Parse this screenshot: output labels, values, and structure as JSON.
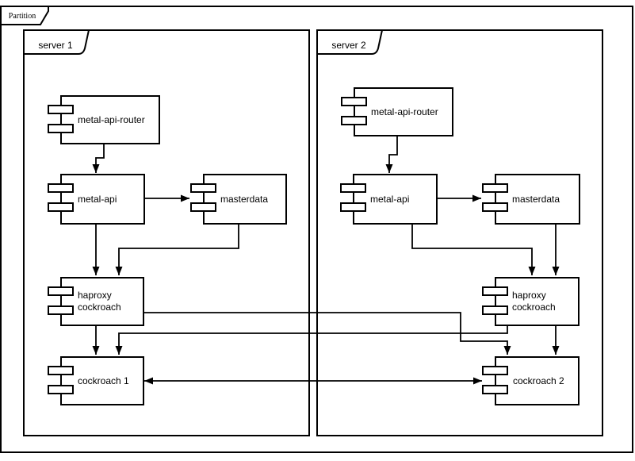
{
  "frame": {
    "label": "Partition"
  },
  "servers": [
    {
      "label": "server 1",
      "components": [
        {
          "label": "metal-api-router"
        },
        {
          "label": "metal-api"
        },
        {
          "label": "masterdata"
        },
        {
          "label_lines": [
            "haproxy",
            "cockroach"
          ]
        },
        {
          "label": "cockroach 1"
        }
      ]
    },
    {
      "label": "server 2",
      "components": [
        {
          "label": "metal-api-router"
        },
        {
          "label": "metal-api"
        },
        {
          "label": "masterdata"
        },
        {
          "label_lines": [
            "haproxy",
            "cockroach"
          ]
        },
        {
          "label": "cockroach 2"
        }
      ]
    }
  ],
  "connections": [
    {
      "from": "server 1 / metal-api-router",
      "to": "server 1 / metal-api",
      "arrow": "one-way"
    },
    {
      "from": "server 1 / metal-api",
      "to": "server 1 / masterdata",
      "arrow": "one-way"
    },
    {
      "from": "server 1 / metal-api",
      "to": "server 1 / haproxy cockroach",
      "arrow": "one-way"
    },
    {
      "from": "server 1 / masterdata",
      "to": "server 1 / haproxy cockroach",
      "arrow": "one-way"
    },
    {
      "from": "server 1 / haproxy cockroach",
      "to": "server 1 / cockroach 1",
      "arrow": "one-way"
    },
    {
      "from": "server 1 / haproxy cockroach",
      "to": "server 2 / cockroach 2",
      "arrow": "one-way"
    },
    {
      "from": "server 2 / metal-api-router",
      "to": "server 2 / metal-api",
      "arrow": "one-way"
    },
    {
      "from": "server 2 / metal-api",
      "to": "server 2 / masterdata",
      "arrow": "one-way"
    },
    {
      "from": "server 2 / metal-api",
      "to": "server 2 / haproxy cockroach",
      "arrow": "one-way"
    },
    {
      "from": "server 2 / masterdata",
      "to": "server 2 / haproxy cockroach",
      "arrow": "one-way"
    },
    {
      "from": "server 2 / haproxy cockroach",
      "to": "server 2 / cockroach 2",
      "arrow": "one-way"
    },
    {
      "from": "server 2 / haproxy cockroach",
      "to": "server 1 / cockroach 1",
      "arrow": "one-way"
    },
    {
      "from": "server 1 / cockroach 1",
      "to": "server 2 / cockroach 2",
      "arrow": "two-way"
    }
  ],
  "colors": {
    "stroke": "#000000",
    "fill": "#ffffff",
    "background": "#ffffff"
  }
}
